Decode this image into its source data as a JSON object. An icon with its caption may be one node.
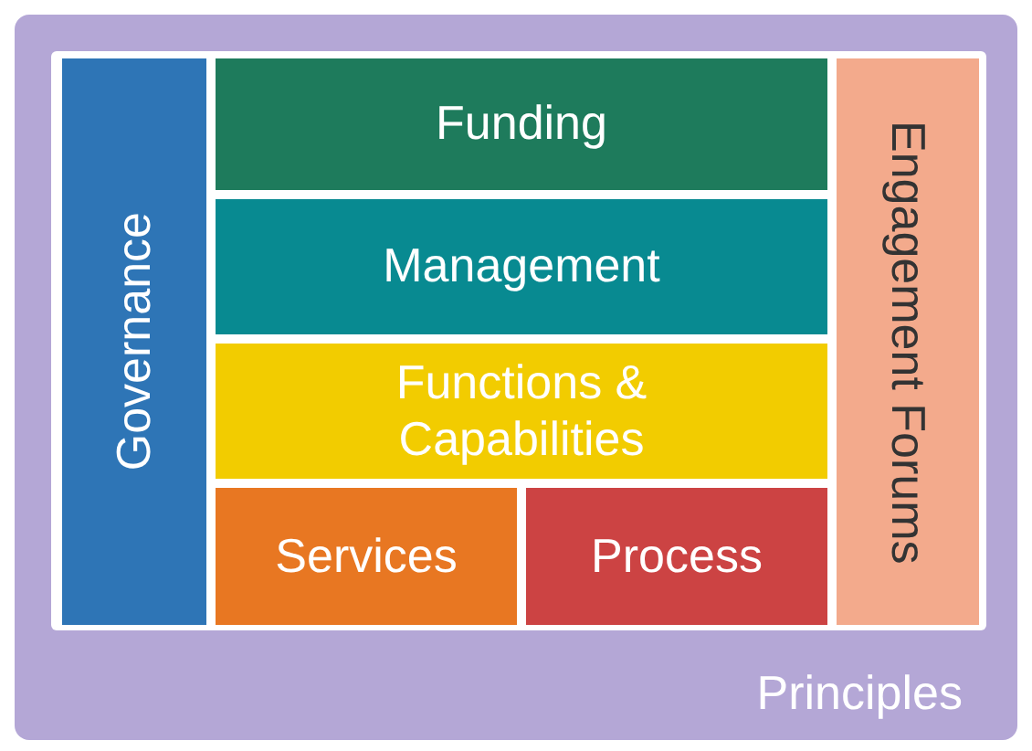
{
  "diagram": {
    "nodes": [
      {
        "text": [
          "Principles"
        ]
      },
      {
        "text": [
          "Governance"
        ],
        "in": 0
      },
      {
        "text": [
          "Funding"
        ],
        "in": 0
      },
      {
        "text": [
          "Management"
        ],
        "in": 0
      },
      {
        "text": [
          "Functions & Capabilities"
        ],
        "in": 0
      },
      {
        "text": [
          "Services"
        ],
        "in": 0
      },
      {
        "text": [
          "Process"
        ],
        "in": 0
      },
      {
        "text": [
          "Engagement Forums"
        ],
        "in": 0
      }
    ],
    "edges": []
  }
}
